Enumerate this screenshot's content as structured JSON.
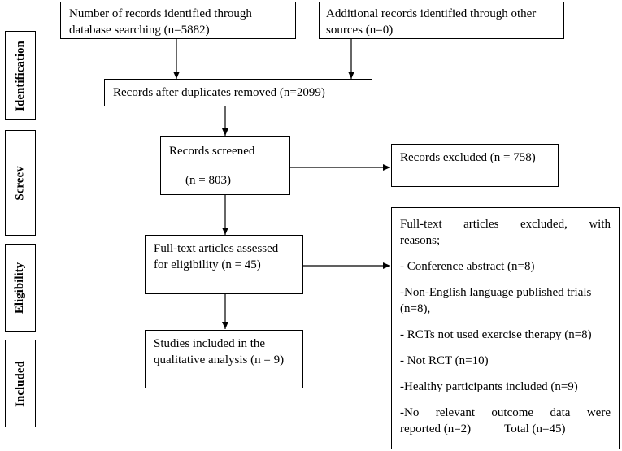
{
  "stages": {
    "identification": "Identification",
    "screening": "Screev",
    "eligibility": "Eligibility",
    "included": "Included"
  },
  "boxes": {
    "database_records": [
      "Number of records identified through",
      "database searching (n=5882)"
    ],
    "other_records": [
      "Additional records  identified through other",
      "sources (n=0)"
    ],
    "after_duplicates": "Records after duplicates removed (n=2099)",
    "screened": [
      "Records screened",
      "(n = 803)"
    ],
    "records_excluded": "Records excluded (n = 758)",
    "full_text_assessed": [
      "Full-text articles assessed",
      "for eligibility (n = 45)"
    ],
    "studies_included": [
      "Studies included in the",
      "qualitative analysis (n = 9)"
    ],
    "full_text_excluded": {
      "heading_1": "Full-text    articles    excluded,    with",
      "heading_2": "reasons;",
      "reasons": [
        "- Conference abstract (n=8)",
        "-Non-English language published trials",
        "(n=8),",
        "- RCTs not used exercise therapy (n=8)",
        "- Not RCT (n=10)",
        "-Healthy participants included (n=9)",
        "-No    relevant    outcome    data    were",
        "reported (n=2)           Total (n=45)"
      ]
    }
  }
}
